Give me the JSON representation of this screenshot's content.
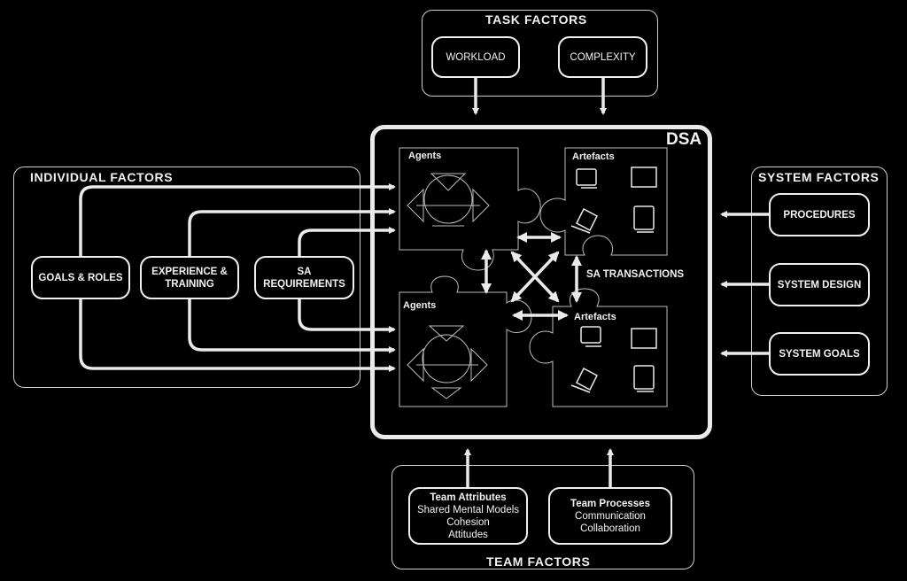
{
  "task_factors": {
    "title": "TASK FACTORS",
    "workload": "WORKLOAD",
    "complexity": "COMPLEXITY"
  },
  "individual_factors": {
    "title": "INDIVIDUAL FACTORS",
    "goals_roles": "GOALS & ROLES",
    "experience_line1": "EXPERIENCE &",
    "experience_line2": "TRAINING",
    "sa_req_line1": "SA",
    "sa_req_line2": "REQUIREMENTS"
  },
  "system_factors": {
    "title": "SYSTEM FACTORS",
    "procedures": "PROCEDURES",
    "system_design": "SYSTEM DESIGN",
    "system_goals": "SYSTEM GOALS"
  },
  "team_factors": {
    "title": "TEAM FACTORS",
    "attributes": {
      "heading": "Team Attributes",
      "items": [
        "Shared Mental Models",
        "Cohesion",
        "Attitudes"
      ]
    },
    "processes": {
      "heading": "Team Processes",
      "items": [
        "Communication",
        "Collaboration"
      ]
    }
  },
  "dsa": {
    "title": "DSA",
    "agents_top": "Agents",
    "artefacts_top": "Artefacts",
    "agents_bottom": "Agents",
    "artefacts_bottom": "Artefacts",
    "sa_transactions": "SA TRANSACTIONS"
  },
  "colors": {
    "background": "#000000",
    "foreground": "#f2f2f2",
    "group_border": "#cfcfcf"
  }
}
